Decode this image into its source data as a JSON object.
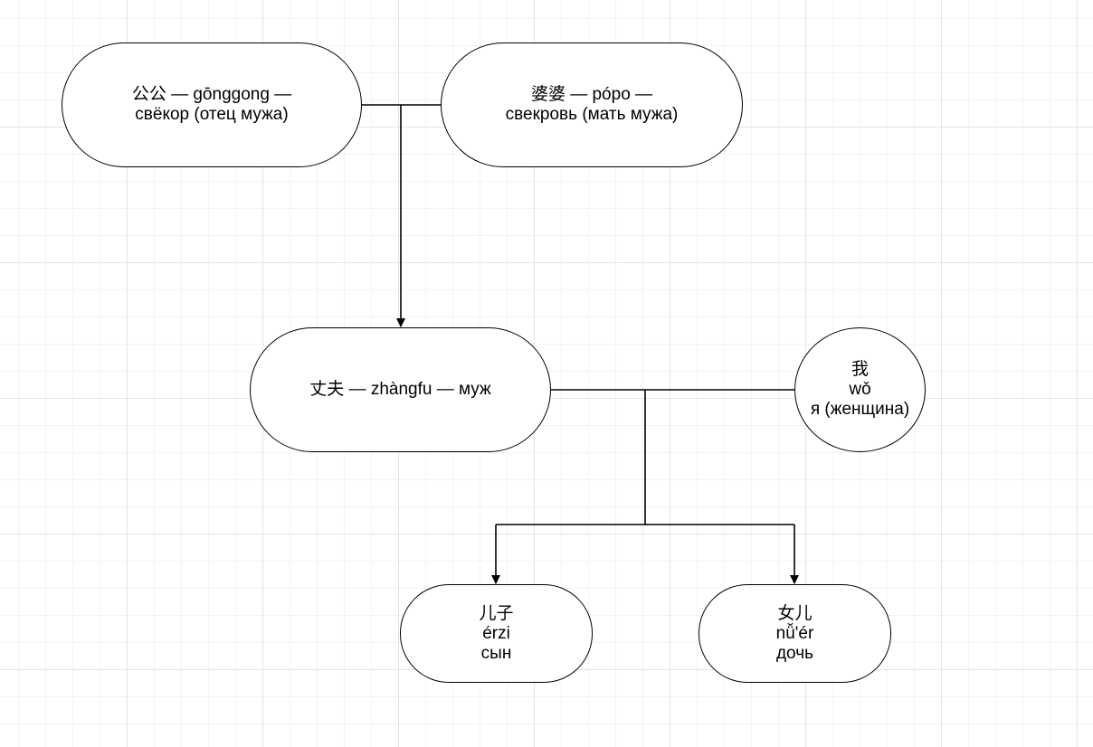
{
  "nodes": {
    "gonggong": {
      "line1": "公公 — gōnggong —",
      "line2": "свёкор (отец мужа)"
    },
    "popo": {
      "line1": "婆婆 — pópo —",
      "line2": "свекровь (мать мужа)"
    },
    "zhangfu": {
      "line1": "丈夫 — zhàngfu — муж"
    },
    "wo": {
      "line1": "我",
      "line2": "wǒ",
      "line3": "я (женщина)"
    },
    "erzi": {
      "line1": "儿子",
      "line2": "érzi",
      "line3": "сын"
    },
    "nuer": {
      "line1": "女儿",
      "line2": "nǚ'ér",
      "line3": "дочь"
    }
  }
}
